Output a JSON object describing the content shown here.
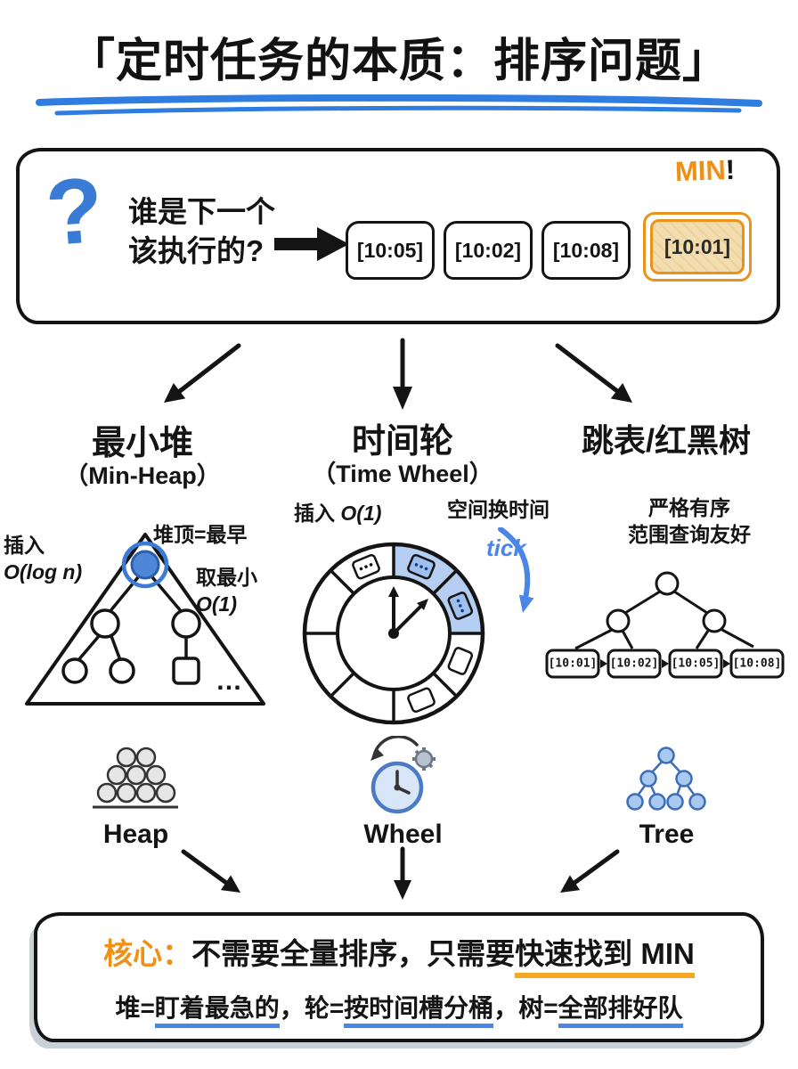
{
  "title": "「定时任务的本质：排序问题」",
  "question": {
    "line1": "谁是下一个",
    "line2": "该执行的?",
    "min_badge": "MIN",
    "min_bang": "!",
    "tasks": [
      "[10:05]",
      "[10:02]",
      "[10:08]",
      "[10:01]"
    ]
  },
  "columns": {
    "heap": {
      "title": "最小堆",
      "subtitle": "（Min-Heap）",
      "note_insert_1": "插入",
      "note_insert_2": "O(log n)",
      "note_top": "堆顶=最早",
      "note_min_1": "取最小",
      "note_min_2": "O(1)",
      "ellipsis": "…",
      "icon_label": "Heap"
    },
    "wheel": {
      "title": "时间轮",
      "subtitle": "（Time Wheel）",
      "note_insert_label": "插入",
      "note_insert_o": "O(1)",
      "note_space": "空间换时间",
      "note_tick": "tick",
      "icon_label": "Wheel"
    },
    "tree": {
      "title": "跳表/红黑树",
      "note_1": "严格有序",
      "note_2": "范围查询友好",
      "nodes": [
        "[10:01]",
        "[10:02]",
        "[10:05]",
        "[10:08]"
      ],
      "icon_label": "Tree"
    }
  },
  "footer": {
    "core_label": "核心：",
    "core_mid": "不需要全量排序，只需要",
    "core_highlight": "快速找到 MIN",
    "line2_seg1": "堆=",
    "line2_u1": "盯着最急的",
    "line2_seg2": "，轮=",
    "line2_u2": "按时间槽分桶",
    "line2_seg3": "，树=",
    "line2_u3": "全部排好队"
  },
  "colors": {
    "blue": "#3a7bd5",
    "light_blue": "#b5cef2",
    "orange": "#ef8f14",
    "ink": "#141414"
  }
}
